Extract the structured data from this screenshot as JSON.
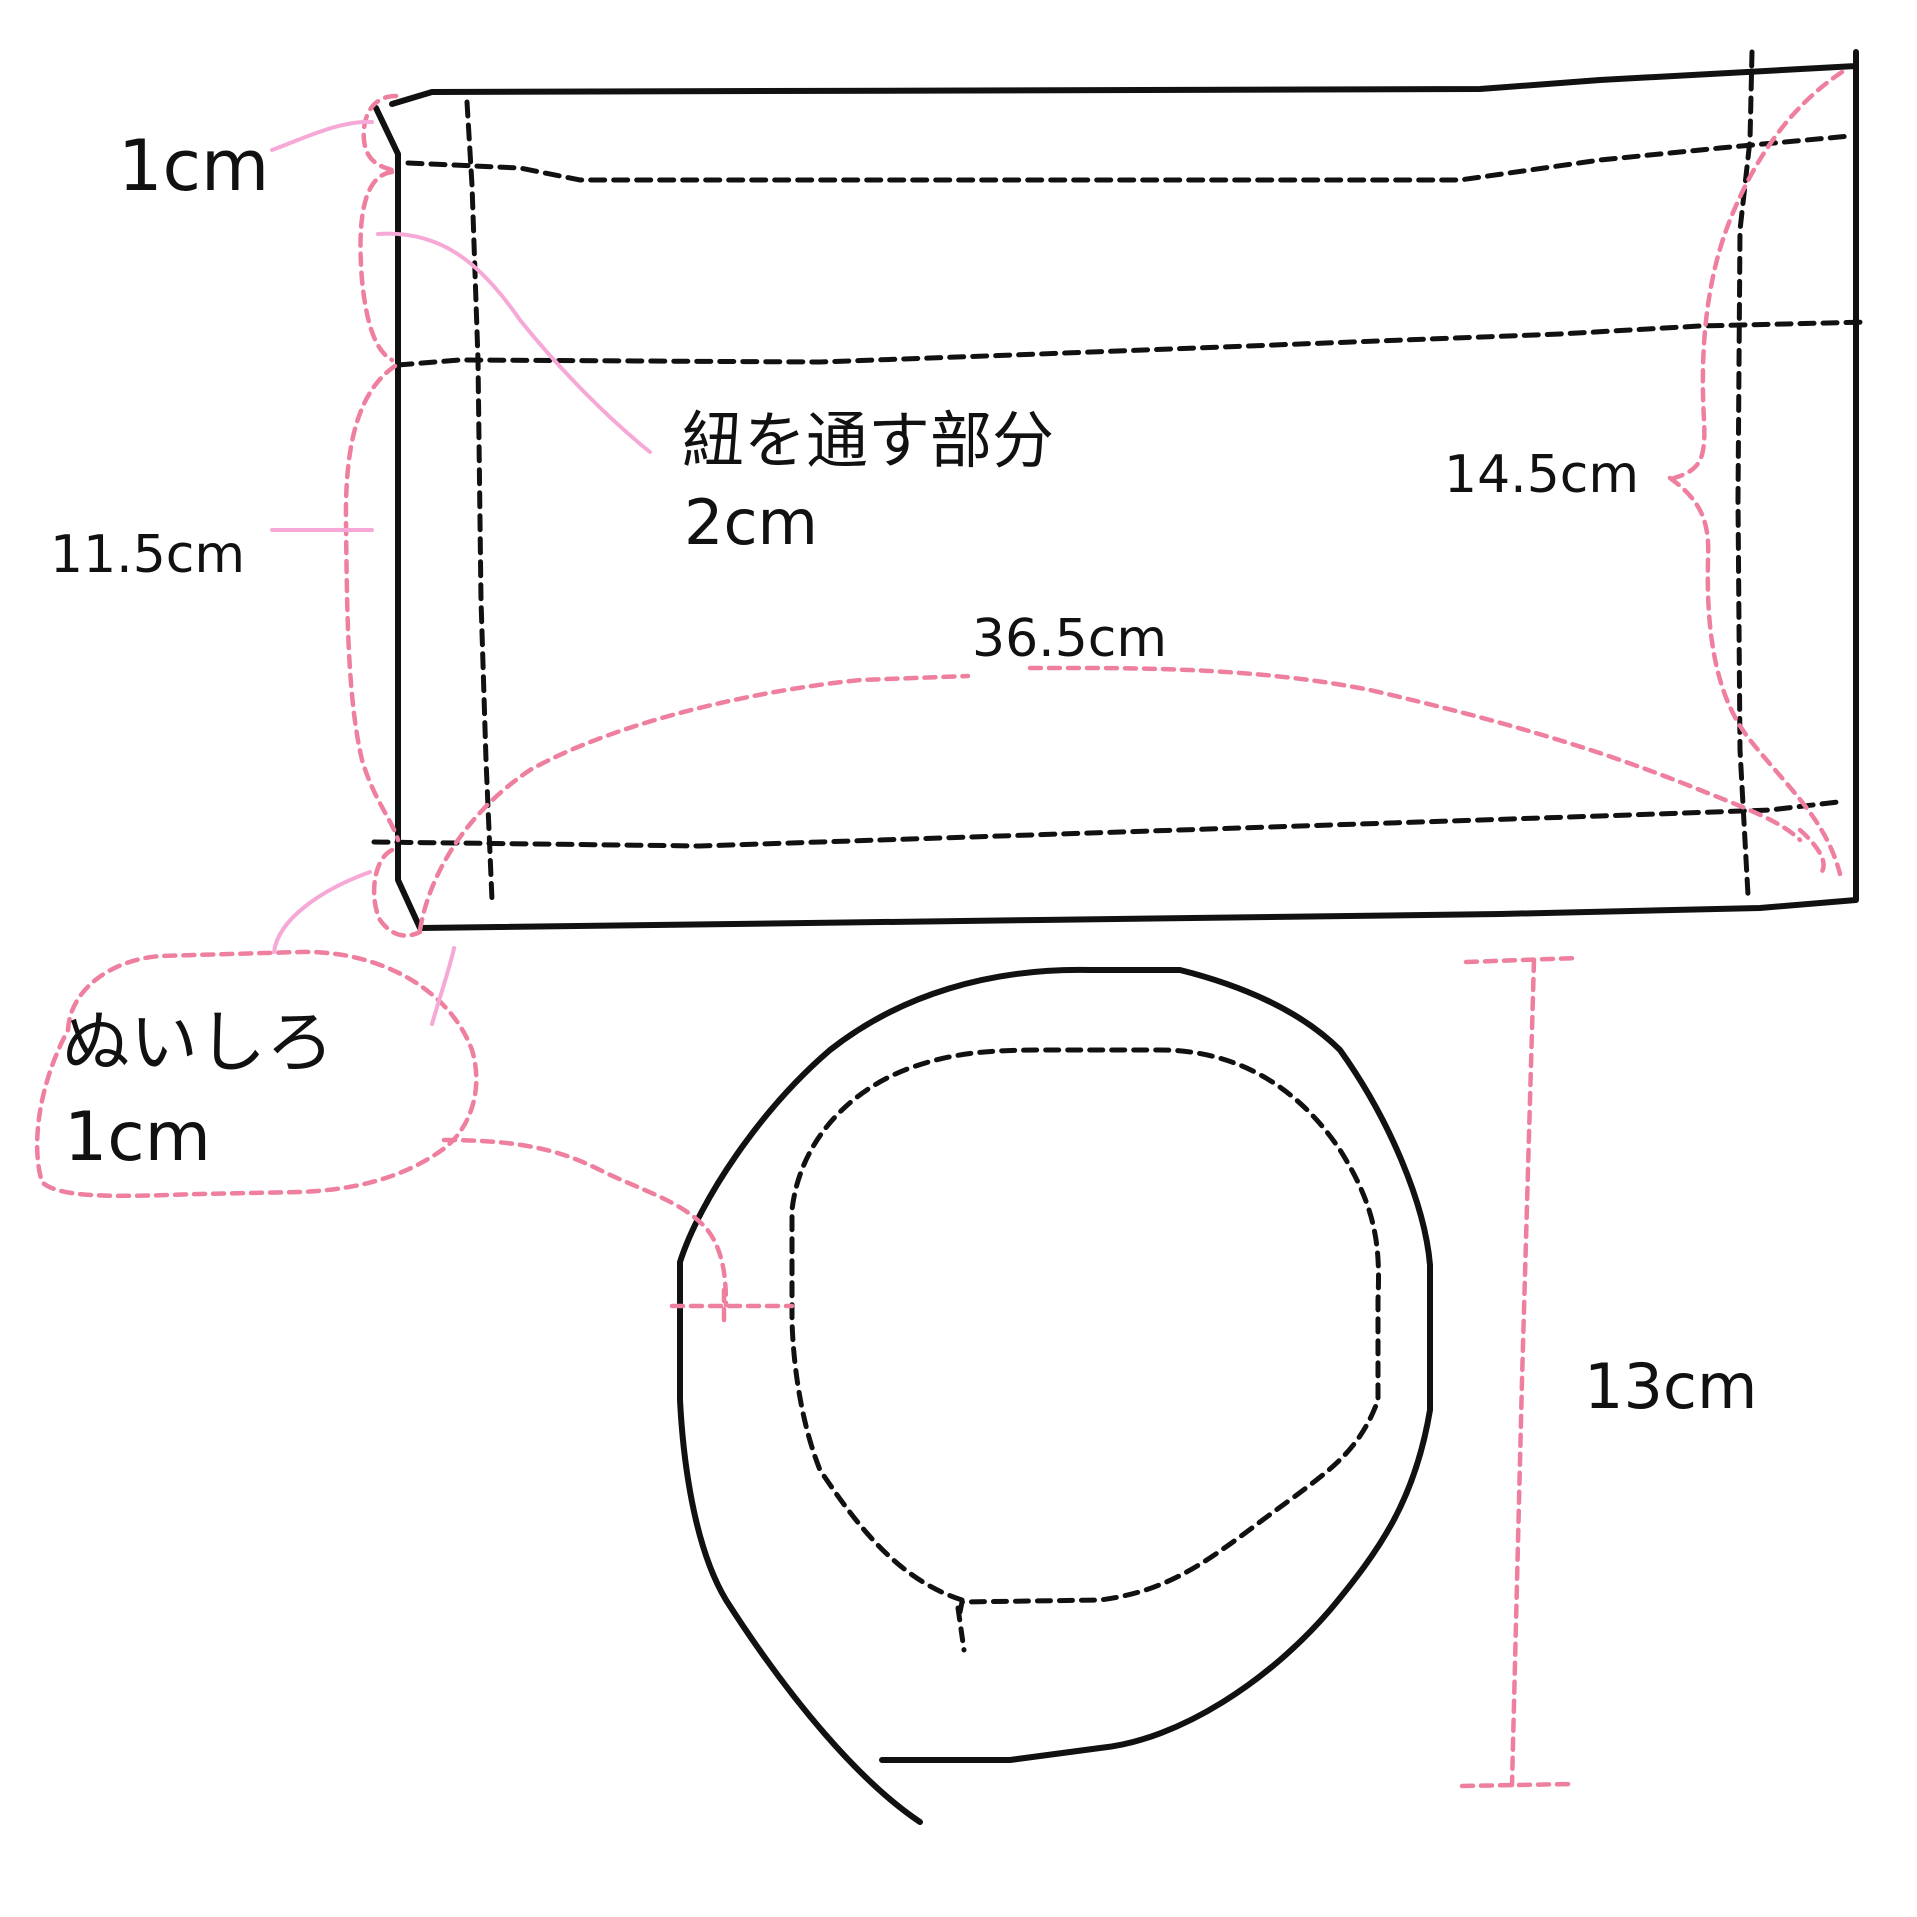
{
  "colors": {
    "ink": "#111111",
    "pink": "#ee7f9f",
    "pink_light": "#f6a9d6"
  },
  "labels": {
    "top_margin": "1cm",
    "left_height": "11.5cm",
    "string_channel_line1": "紐を通す部分",
    "string_channel_line2": "2cm",
    "right_height": "14.5cm",
    "width": "36.5cm",
    "seam_allowance_line1": "ぬいしろ",
    "seam_allowance_line2": "1cm",
    "ring_height": "13cm"
  }
}
